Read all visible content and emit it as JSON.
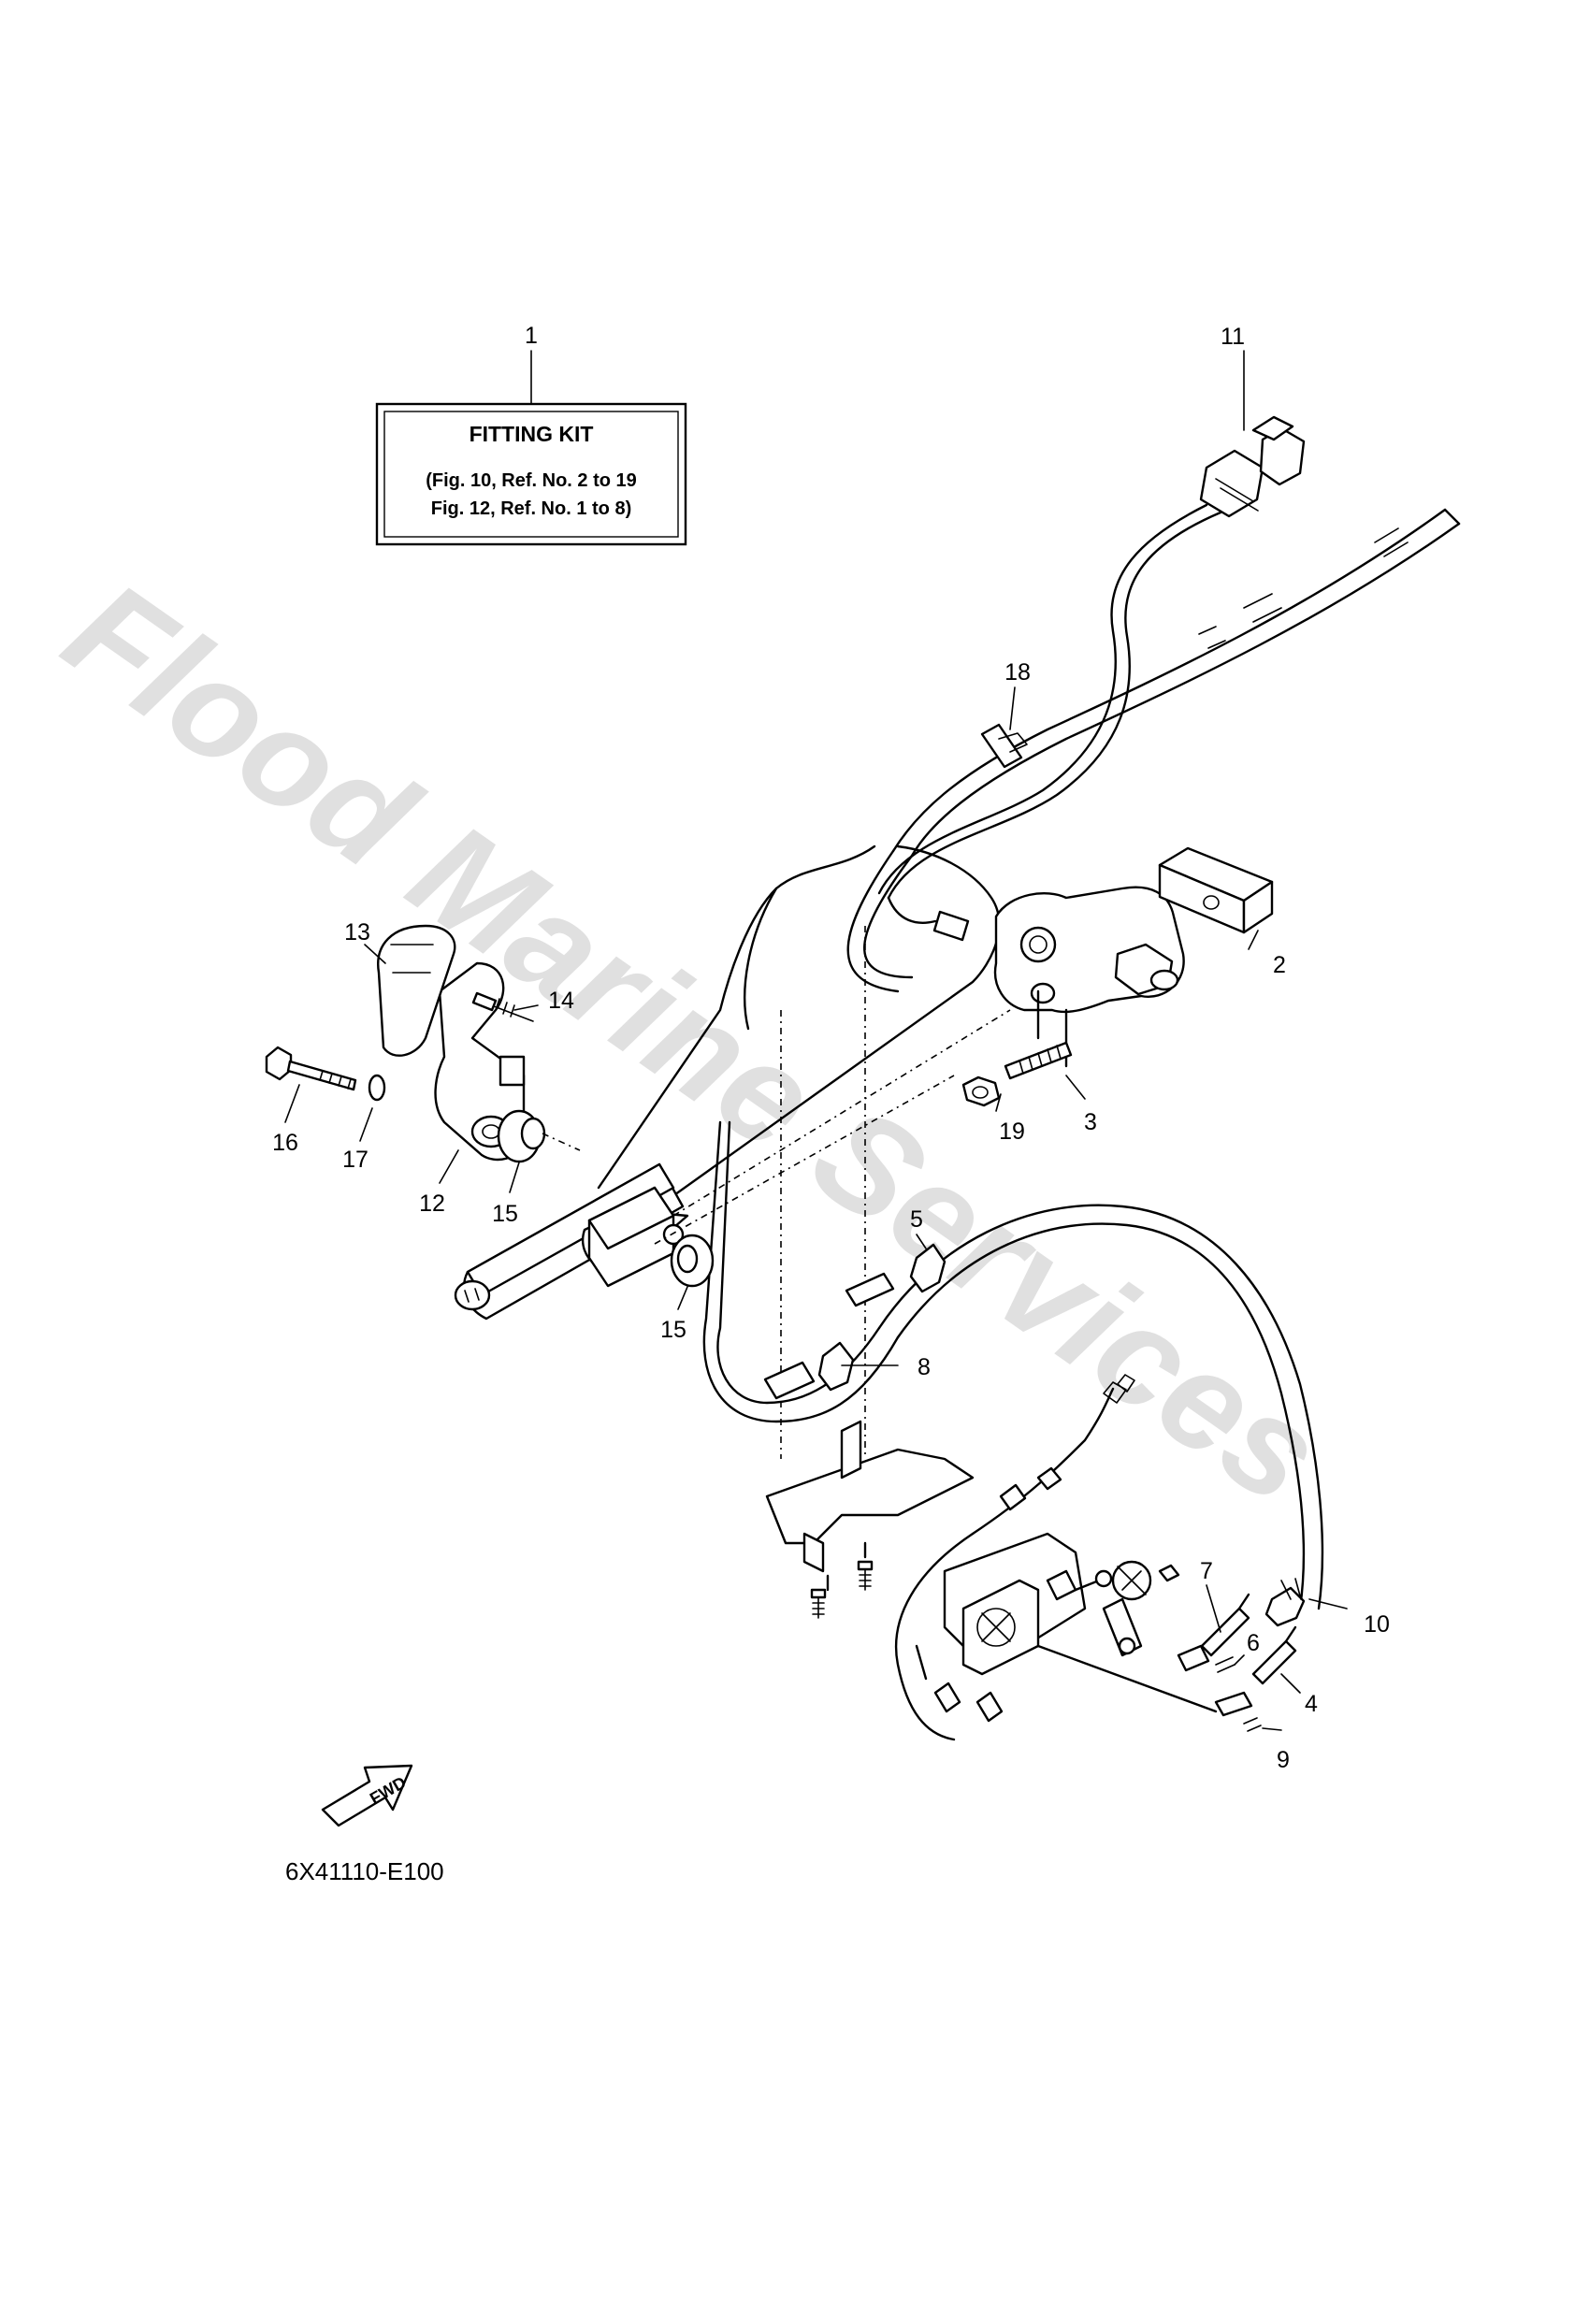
{
  "diagram": {
    "watermark": "Flood Marine Services",
    "fitting_kit": {
      "title": "FITTING KIT",
      "ref_line_1": "(Fig. 10, Ref. No. 2 to 19",
      "ref_line_2": "Fig. 12, Ref. No. 1 to 8)"
    },
    "fwd_label": "FWD",
    "drawing_code": "6X41110-E100",
    "callouts": {
      "c1": "1",
      "c2": "2",
      "c3": "3",
      "c4": "4",
      "c5": "5",
      "c6": "6",
      "c7": "7",
      "c8": "8",
      "c9": "9",
      "c10": "10",
      "c11": "11",
      "c12": "12",
      "c13": "13",
      "c14": "14",
      "c15a": "15",
      "c15b": "15",
      "c16": "16",
      "c17": "17",
      "c18": "18",
      "c19": "19"
    }
  }
}
